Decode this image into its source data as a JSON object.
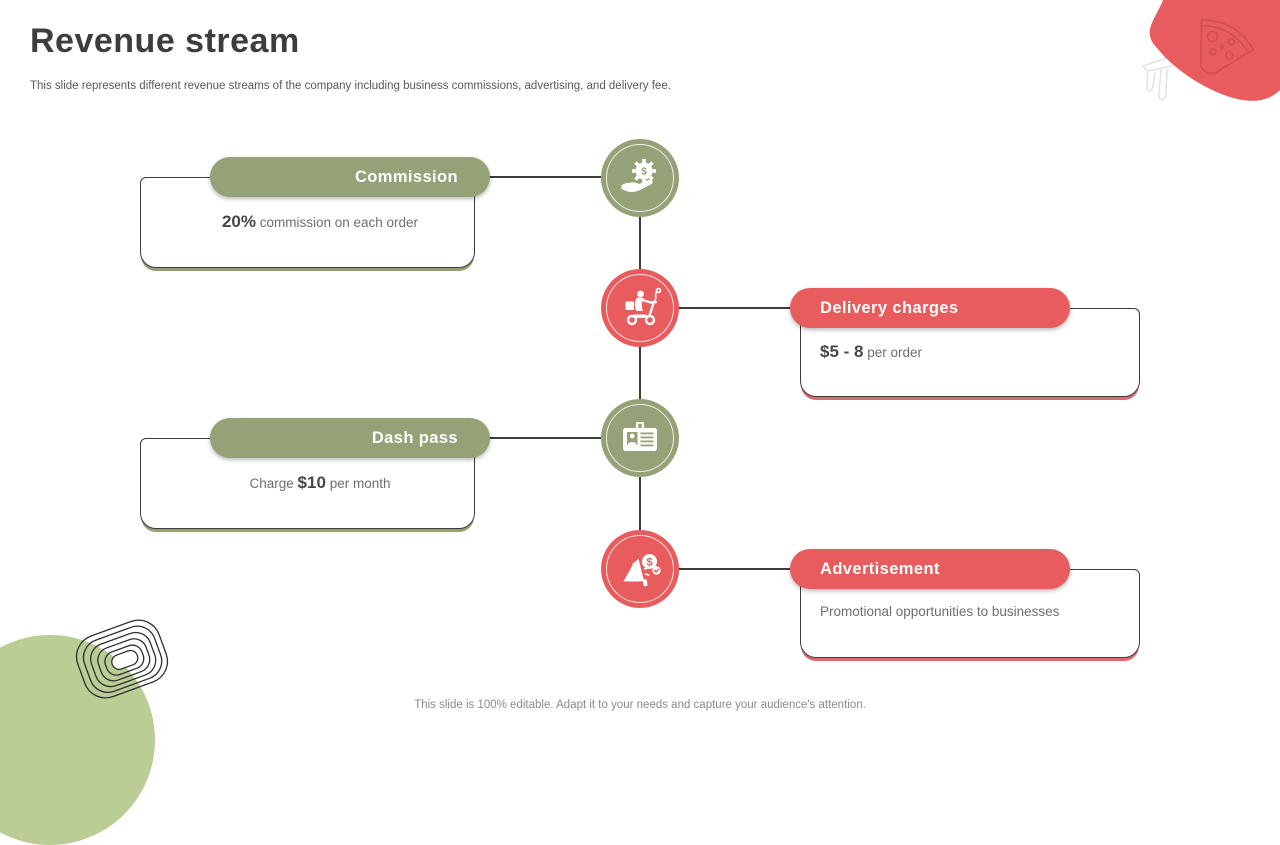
{
  "slide": {
    "title": "Revenue stream",
    "subtitle": "This slide represents different revenue streams of the company including business commissions, advertising, and delivery fee.",
    "footer": "This slide is 100% editable. Adapt it to your needs and capture your audience's attention."
  },
  "colors": {
    "olive_green": "#95A176",
    "coral_red": "#E95C5D",
    "light_green_blob": "#B9CD95",
    "line": "#3C3C3C"
  },
  "items": [
    {
      "label": "Commission",
      "icon": "hand-gear-dollar-icon",
      "color": "green",
      "desc": {
        "prefix": "",
        "value": "20%",
        "suffix": "commission on each order"
      }
    },
    {
      "label": "Delivery charges",
      "icon": "delivery-scooter-icon",
      "color": "red",
      "desc": {
        "prefix": "",
        "value": "$5 - 8",
        "suffix": "per order"
      }
    },
    {
      "label": "Dash pass",
      "icon": "id-card-icon",
      "color": "green",
      "desc": {
        "prefix": "Charge",
        "value": "$10",
        "suffix": "per month"
      }
    },
    {
      "label": "Advertisement",
      "icon": "megaphone-dollar-icon",
      "color": "red",
      "desc": {
        "prefix": "",
        "value": "",
        "suffix": "Promotional opportunities to businesses"
      }
    }
  ]
}
